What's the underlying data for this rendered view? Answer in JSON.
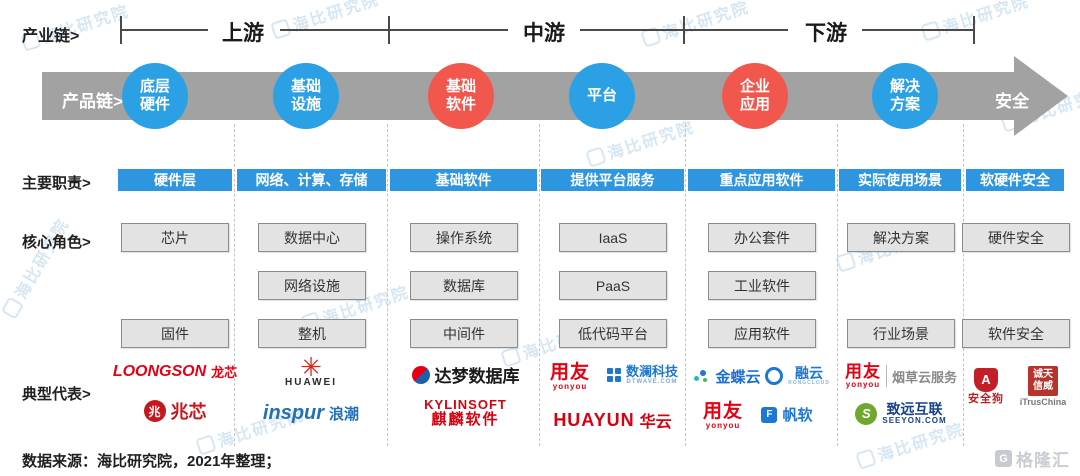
{
  "watermark": {
    "text": "海比研究院"
  },
  "row_labels": {
    "industry_chain": "产业链>",
    "product_chain": "产品链>",
    "responsibilities": "主要职责>",
    "core_roles": "核心角色>",
    "representatives": "典型代表>"
  },
  "stages": [
    {
      "label": "上游"
    },
    {
      "label": "中游"
    },
    {
      "label": "下游"
    }
  ],
  "arrow": {
    "end_label": "安全",
    "band_color": "#a2a2a2"
  },
  "colors": {
    "node_blue": "#2ba0e5",
    "node_red": "#f2574d",
    "bar_blue": "#2e96e0"
  },
  "nodes": [
    {
      "label": "底层硬件",
      "color": "blue"
    },
    {
      "label": "基础设施",
      "color": "blue"
    },
    {
      "label": "基础软件",
      "color": "red"
    },
    {
      "label": "平台",
      "color": "blue"
    },
    {
      "label": "企业应用",
      "color": "red"
    },
    {
      "label": "解决方案",
      "color": "blue"
    }
  ],
  "columns": [
    {
      "responsibility": "硬件层",
      "roles": [
        {
          "label": "芯片"
        },
        {
          "label": "固件"
        }
      ]
    },
    {
      "responsibility": "网络、计算、存储",
      "roles": [
        {
          "label": "数据中心"
        },
        {
          "label": "网络设施"
        },
        {
          "label": "整机"
        }
      ]
    },
    {
      "responsibility": "基础软件",
      "roles": [
        {
          "label": "操作系统"
        },
        {
          "label": "数据库"
        },
        {
          "label": "中间件"
        }
      ]
    },
    {
      "responsibility": "提供平台服务",
      "roles": [
        {
          "label": "IaaS"
        },
        {
          "label": "PaaS"
        },
        {
          "label": "低代码平台"
        }
      ]
    },
    {
      "responsibility": "重点应用软件",
      "roles": [
        {
          "label": "办公套件"
        },
        {
          "label": "工业软件"
        },
        {
          "label": "应用软件"
        }
      ]
    },
    {
      "responsibility": "实际使用场景",
      "roles": [
        {
          "label": "解决方案"
        },
        {
          "label": "行业场景"
        }
      ]
    },
    {
      "responsibility": "软硬件安全",
      "roles": [
        {
          "label": "硬件安全"
        },
        {
          "label": "软件安全"
        }
      ]
    }
  ],
  "logos": {
    "loongson": {
      "main": "LOONGSON",
      "tail": "龙芯"
    },
    "zhaoxin": {
      "icon": "兆",
      "main": "兆芯"
    },
    "huawei": {
      "icon": "✳",
      "main": "HUAWEI"
    },
    "inspur": {
      "main": "inspur",
      "tail": "浪潮"
    },
    "dameng": {
      "main": "达梦数据库"
    },
    "kylinsoft": {
      "main": "KYLINSOFT",
      "tail": "麒麟软件"
    },
    "yonyou": {
      "main": "用友",
      "sub": "yonyou"
    },
    "dtwave": {
      "main": "数澜科技",
      "sub": "DTWAVE.COM"
    },
    "huayun": {
      "main": "HUAYUN",
      "tail": "华云"
    },
    "kingdee": {
      "main": "金蝶云"
    },
    "rongcloud": {
      "main": "融云",
      "sub": "RONGCLOUD"
    },
    "fanruan": {
      "icon": "F",
      "main": "帆软"
    },
    "tobacco_cloud": {
      "tail": "烟草云服务"
    },
    "seeyon": {
      "icon": "S",
      "main": "致远互联",
      "sub": "SEEYON.COM"
    },
    "safedog": {
      "icon": "A",
      "main": "安全狗"
    },
    "itrus": {
      "seal_line1": "诚天",
      "seal_line2": "信威",
      "main": "iTrusChina"
    }
  },
  "footer": {
    "source": "数据来源：海比研究院，2021年整理；"
  },
  "brand": {
    "icon_letter": "G",
    "name": "格隆汇"
  }
}
